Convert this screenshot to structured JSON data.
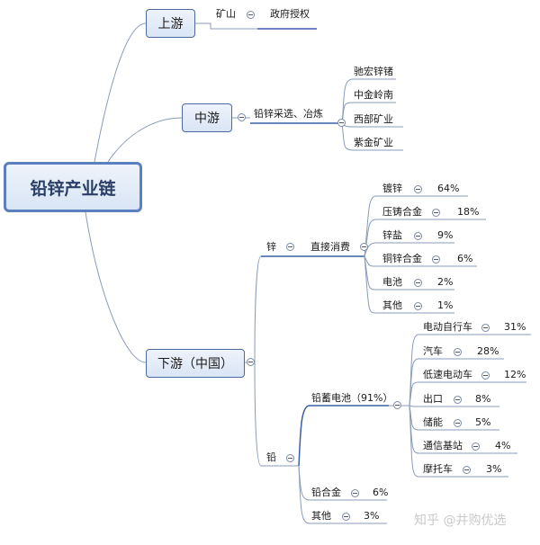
{
  "root": "铅锌产业链",
  "upstream": {
    "label": "上游",
    "mine": "矿山",
    "gov": "政府授权"
  },
  "midstream": {
    "label": "中游",
    "process": "铅锌采选、冶炼",
    "companies": [
      "驰宏锌锗",
      "中金岭南",
      "西部矿业",
      "紫金矿业"
    ]
  },
  "downstream": {
    "label": "下游（中国）",
    "zinc": {
      "label": "锌",
      "direct": "直接消费",
      "items": [
        {
          "name": "镀锌",
          "pct": "64%"
        },
        {
          "name": "压铸合金",
          "pct": "18%"
        },
        {
          "name": "锌盐",
          "pct": "9%"
        },
        {
          "name": "铜锌合金",
          "pct": "6%"
        },
        {
          "name": "电池",
          "pct": "2%"
        },
        {
          "name": "其他",
          "pct": "1%"
        }
      ]
    },
    "lead": {
      "label": "铅",
      "battery": "铅蓄电池（91%）",
      "battery_items": [
        {
          "name": "电动自行车",
          "pct": "31%"
        },
        {
          "name": "汽车",
          "pct": "28%"
        },
        {
          "name": "低速电动车",
          "pct": "12%"
        },
        {
          "name": "出口",
          "pct": "8%"
        },
        {
          "name": "储能",
          "pct": "5%"
        },
        {
          "name": "通信基站",
          "pct": "4%"
        },
        {
          "name": "摩托车",
          "pct": "3%"
        }
      ],
      "alloy": {
        "name": "铅合金",
        "pct": "6%"
      },
      "other": {
        "name": "其他",
        "pct": "3%"
      }
    }
  },
  "watermark": "知乎 @井购优选"
}
